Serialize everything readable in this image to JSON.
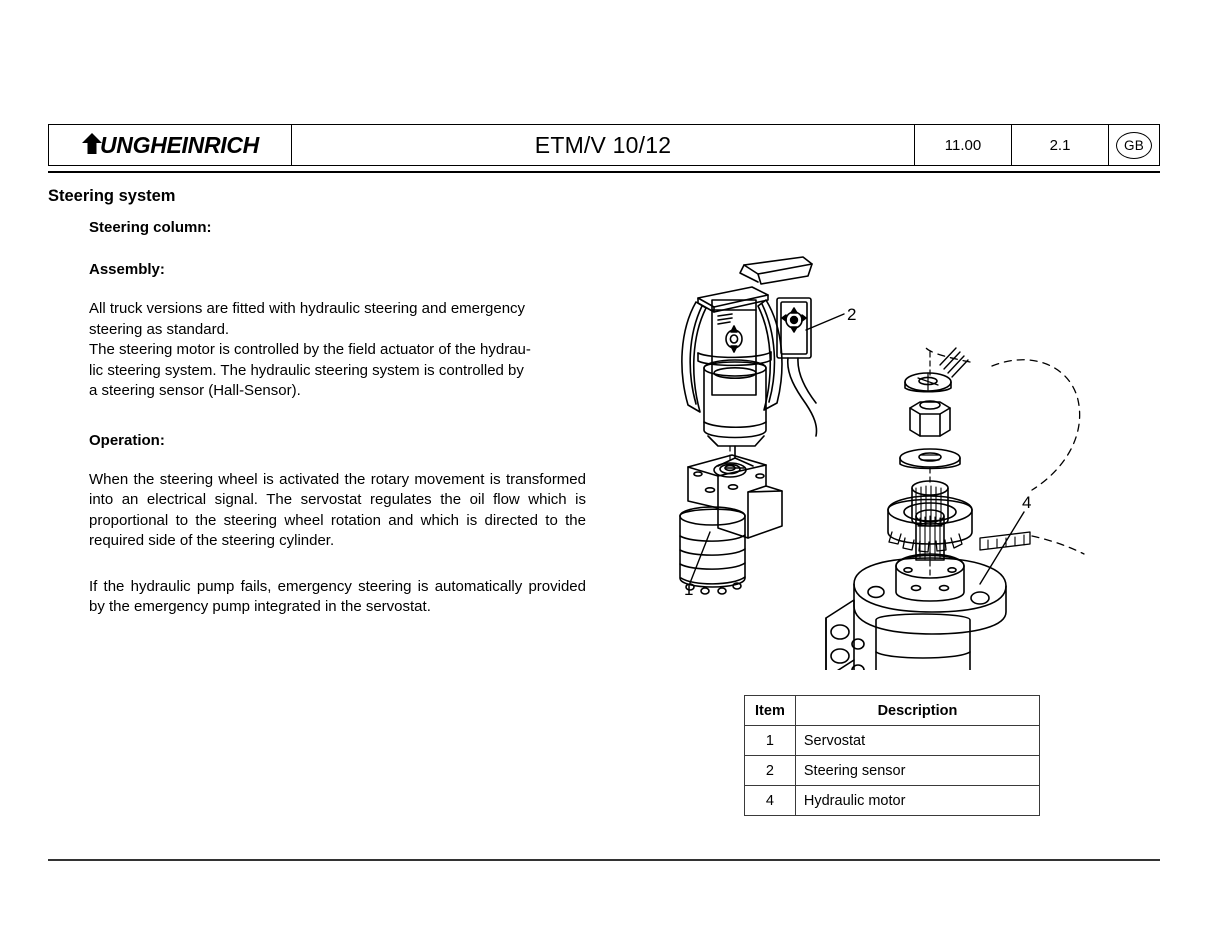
{
  "header": {
    "logo_text": "UNGHEINRICH",
    "logo_icon": "up-arrow-icon",
    "title": "ETM/V 10/12",
    "date": "11.00",
    "page": "2.1",
    "language": "GB"
  },
  "page_title": "Steering system",
  "content": {
    "section_heading": "Steering column:",
    "assembly_heading": "Assembly:",
    "assembly_paragraph": "All truck versions are fitted with hydraulic steering and emergency steering as standard.\nThe steering motor is controlled by the field actuator of the hydraulic steering system. The hydraulic steering system is controlled by a steering sensor (Hall-Sensor).",
    "assembly_line_1": "All truck versions are fitted with hydraulic steering and emergency",
    "assembly_line_2": "steering as standard.",
    "assembly_line_3": "The steering motor is controlled by the field actuator of the hydrau-",
    "assembly_line_4": "lic steering system. The hydraulic steering system is controlled by",
    "assembly_line_5": "a steering sensor (Hall-Sensor).",
    "operation_heading": "Operation:",
    "operation_paragraph_1": "When the steering wheel is activated the rotary movement is transformed into an electrical signal. The servostat regulates the oil flow which is proportional to the steering wheel rotation and which is directed to the required side of the steering cylinder.",
    "operation_paragraph_2": "If the hydraulic pump fails, emergency steering is automatically provided by the emergency pump integrated in the servostat."
  },
  "illustration": {
    "callouts": [
      {
        "number": "2",
        "target": "steering-sensor"
      },
      {
        "number": "1",
        "target": "servostat"
      },
      {
        "number": "4",
        "target": "hydraulic-motor"
      }
    ]
  },
  "parts_table": {
    "columns": [
      "Item",
      "Description"
    ],
    "rows": [
      {
        "item": "1",
        "description": "Servostat"
      },
      {
        "item": "2",
        "description": "Steering sensor"
      },
      {
        "item": "4",
        "description": "Hydraulic motor"
      }
    ]
  },
  "colors": {
    "ink": "#000000",
    "rule": "#333333",
    "paper": "#ffffff"
  }
}
